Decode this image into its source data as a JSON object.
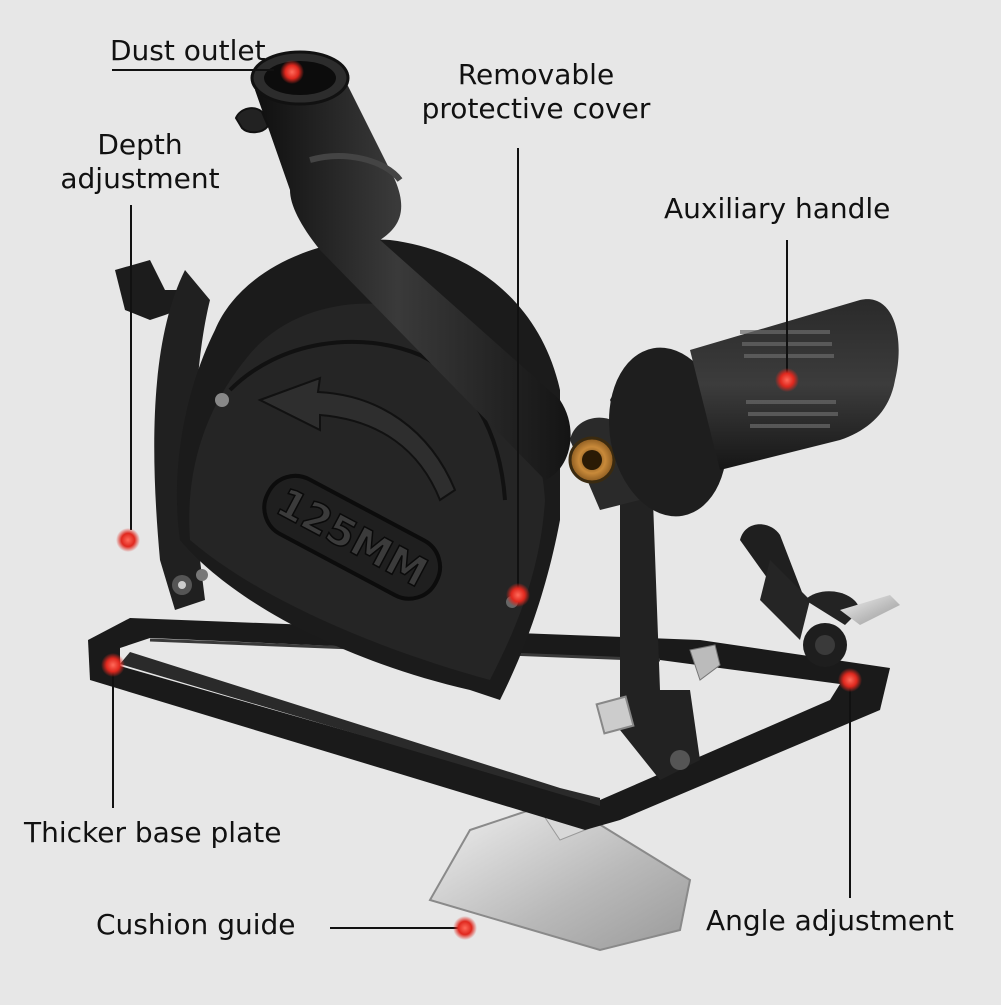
{
  "callouts": {
    "dust_outlet": "Dust outlet",
    "cover_line1": "Removable",
    "cover_line2": "protective cover",
    "depth_line1": "Depth",
    "depth_line2": "adjustment",
    "auxiliary_handle": "Auxiliary handle",
    "thicker_base_plate": "Thicker base plate",
    "cushion_guide": "Cushion guide",
    "angle_adjustment": "Angle adjustment"
  },
  "product": {
    "guard_size_mark": "125MM"
  },
  "colors": {
    "background": "#e7e7e7",
    "tool_black": "#1c1c1c",
    "callout_dot": "#e0281e",
    "metal": "#c8c8c8"
  }
}
